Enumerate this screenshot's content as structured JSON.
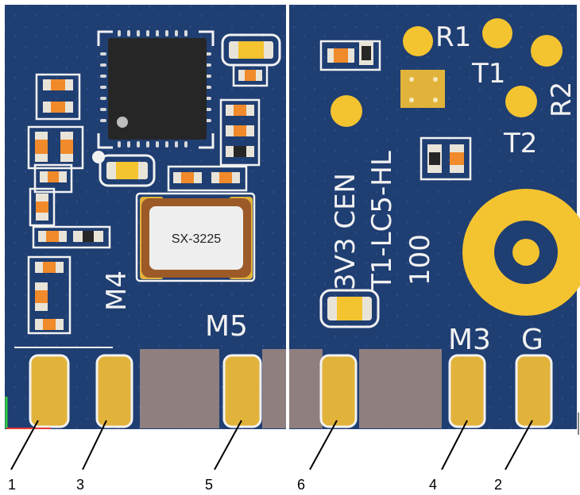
{
  "figure": {
    "left_board": {
      "crystal_label": "SX-3225",
      "module_labels": [
        "M4",
        "M5"
      ]
    },
    "right_board": {
      "silkscreen": [
        "3V3 CEN",
        "T1-LC5-HL",
        "100"
      ],
      "pad_labels": [
        "R1",
        "T1",
        "R2",
        "T2"
      ],
      "module_labels": [
        "M3",
        "G"
      ]
    },
    "pin_callouts": [
      "1",
      "3",
      "5",
      "6",
      "4",
      "2"
    ]
  },
  "colors": {
    "pcb": "#1f3e72",
    "pcb_dark": "#16305c",
    "gold": "#e2b33a",
    "gold_bright": "#f4c330",
    "silkscreen": "#f2f2f2",
    "cutout": "#8f7f7f",
    "chip": "#262626",
    "smd_orange": "#f08a2a",
    "smd_body": "#e9e4d8"
  }
}
